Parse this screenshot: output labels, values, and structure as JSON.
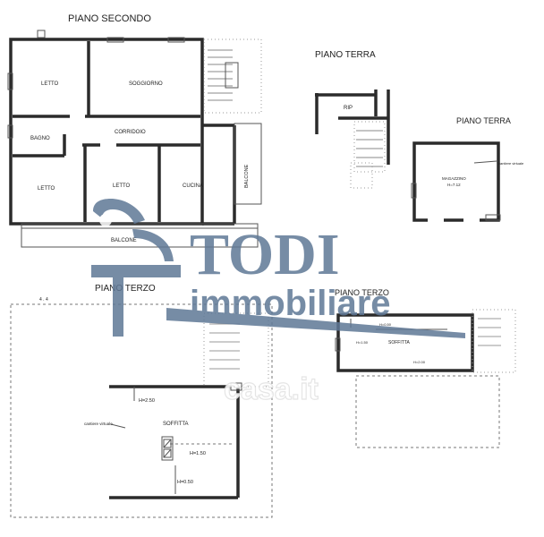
{
  "floors": {
    "second": "PIANO SECONDO",
    "ground_a": "PIANO TERRA",
    "ground_b": "PIANO TERRA",
    "third_a": "PIANO TERZO",
    "third_b": "PIANO TERZO"
  },
  "rooms": {
    "letto_top": "LETTO",
    "soggiorno": "SOGGIORNO",
    "corridoio": "CORRIDOIO",
    "bagno": "BAGNO",
    "letto_bl": "LETTO",
    "letto_mid": "LETTO",
    "cucina": "CUCINA",
    "balcone_right": "BALCONE",
    "balcone_bottom": "BALCONE",
    "rip": "RIP",
    "magazzino": "MAGAZZINO",
    "magazzino_h": "H=7.12",
    "soffitta_right": "SOFFITTA",
    "soffitta_bottom": "SOFFITTA"
  },
  "annotations": {
    "cantiere_virtuale_a": "cantiere virtuale",
    "cantiere_virtuale_b": "cantiere virtuale",
    "h_250": "H=2.50",
    "h_150": "H=1.50",
    "h_050": "H=0.50",
    "h_r1": "H=0.50",
    "h_r2": "H=1.50",
    "h_r3": "H=2.00",
    "corner_mark": "4 . 4"
  },
  "watermark": {
    "brand_top": "TODI",
    "brand_bottom": "immobiliare",
    "site": "casa.it"
  },
  "colors": {
    "watermark": "#5f7896",
    "wall": "#2b2b2b"
  }
}
